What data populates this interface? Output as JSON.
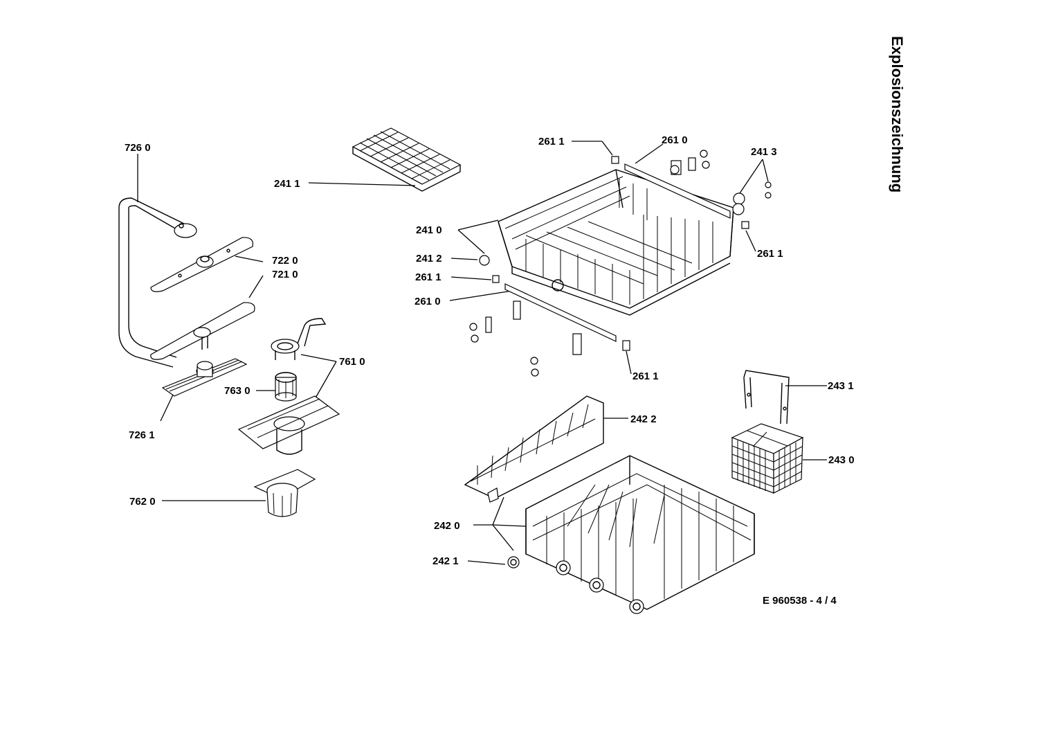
{
  "title": "Explosionszeichnung",
  "document_number": "E 960538 - 4 / 4",
  "part_labels": {
    "l7260": "726 0",
    "l2411": "241 1",
    "l7220": "722 0",
    "l7210": "721 0",
    "l7610": "761 0",
    "l7630": "763 0",
    "l7261": "726 1",
    "l7620": "762 0",
    "l2611a": "261 1",
    "l2610a": "261 0",
    "l2413": "241 3",
    "l2410": "241 0",
    "l2611b": "261 1",
    "l2412": "241 2",
    "l2611c": "261 1",
    "l2610b": "261 0",
    "l2611d": "261 1",
    "l2431": "243 1",
    "l2422": "242 2",
    "l2430": "243 0",
    "l2420": "242 0",
    "l2421": "242 1"
  }
}
